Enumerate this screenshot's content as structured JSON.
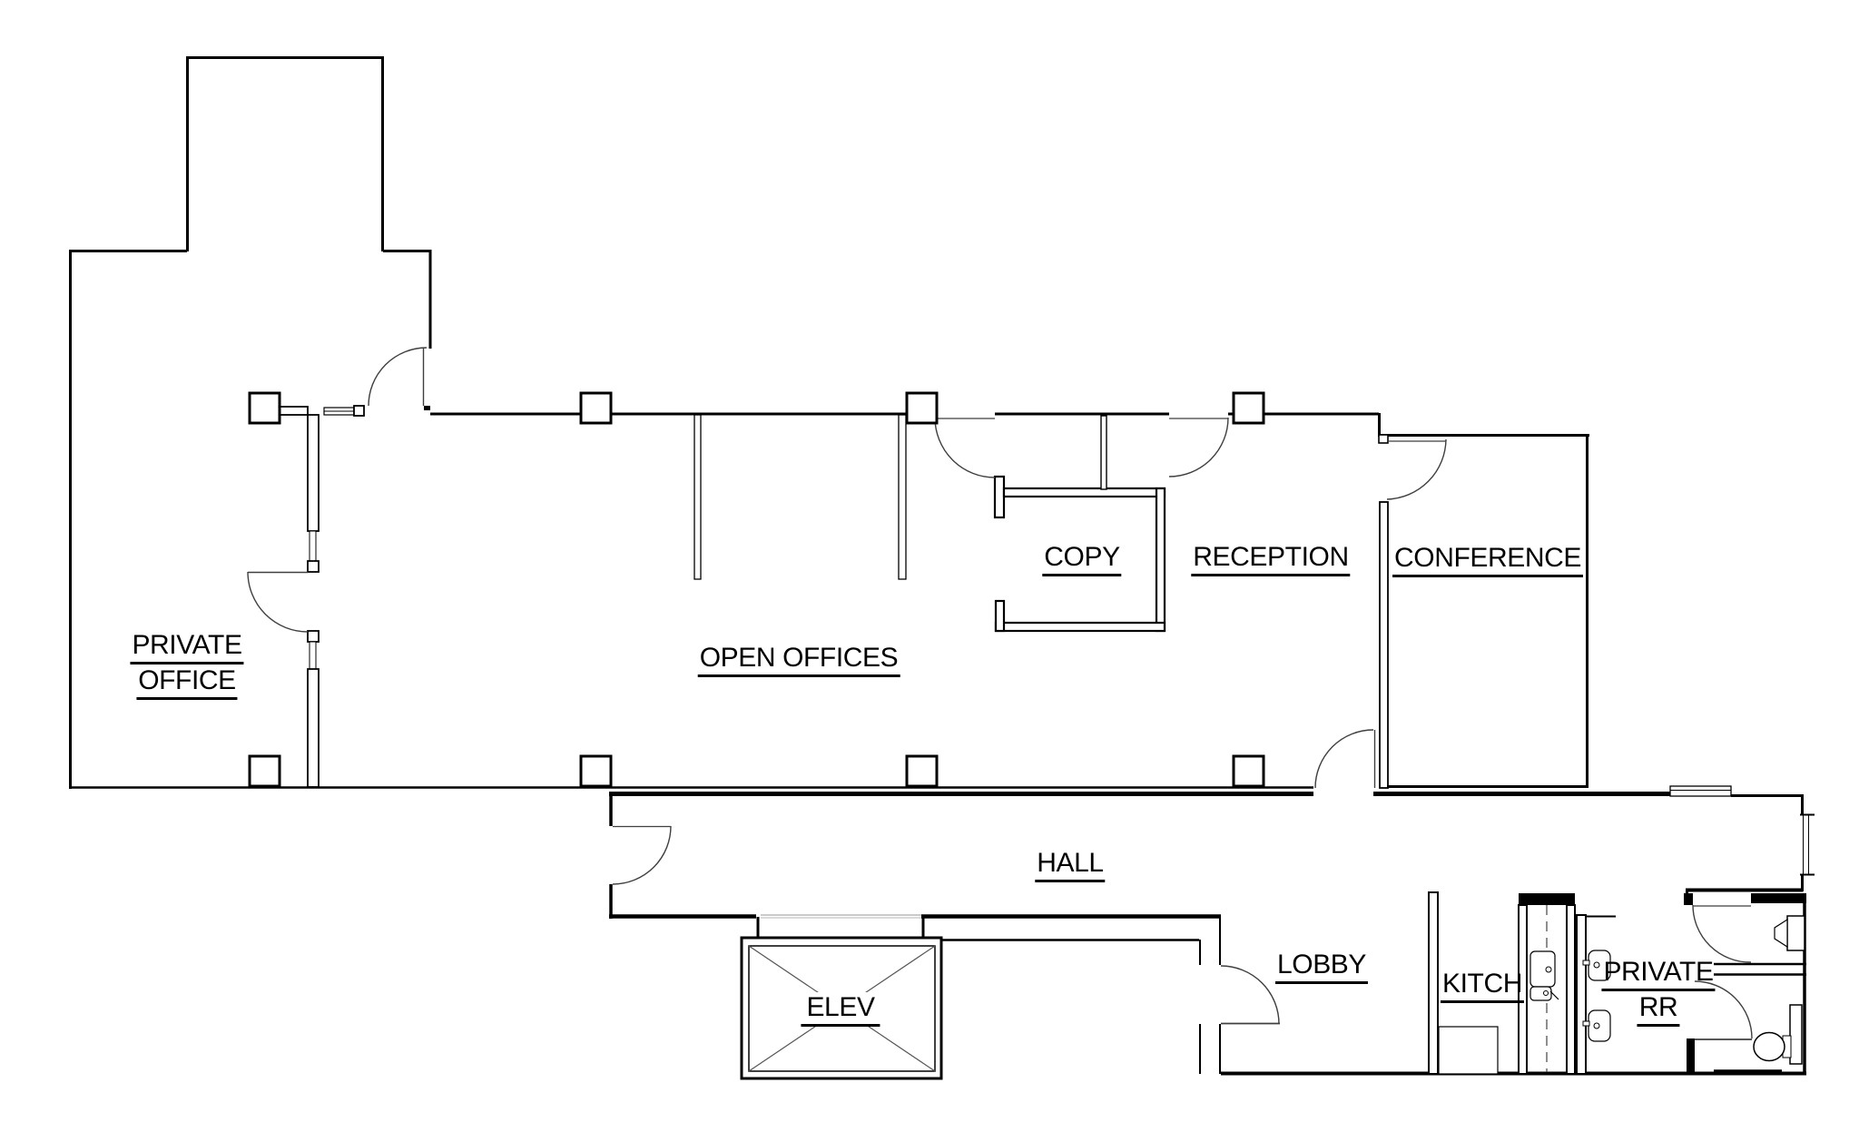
{
  "drawing": {
    "type": "architectural-floor-plan",
    "background": "#ffffff",
    "wall_color": "#000000",
    "door_arc_color": "#3f3f3f",
    "elevator_track_color": "#aaaaaa"
  },
  "rooms": {
    "private_office": {
      "line1": "PRIVATE",
      "line2": "OFFICE"
    },
    "open_offices": {
      "label": "OPEN OFFICES"
    },
    "copy": {
      "label": "COPY"
    },
    "reception": {
      "label": "RECEPTION"
    },
    "conference": {
      "label": "CONFERENCE"
    },
    "hall": {
      "label": "HALL"
    },
    "elev": {
      "label": "ELEV"
    },
    "lobby": {
      "label": "LOBBY"
    },
    "kitch": {
      "label": "KITCH"
    },
    "private_rr": {
      "line1": "PRIVATE",
      "line2": "RR"
    }
  },
  "fixtures": [
    "elevator-shaft",
    "kitchen-counter",
    "laundry-closet",
    "sink",
    "sink",
    "urinal",
    "toilet",
    "door-swing-arc",
    "structural-column",
    "window"
  ]
}
